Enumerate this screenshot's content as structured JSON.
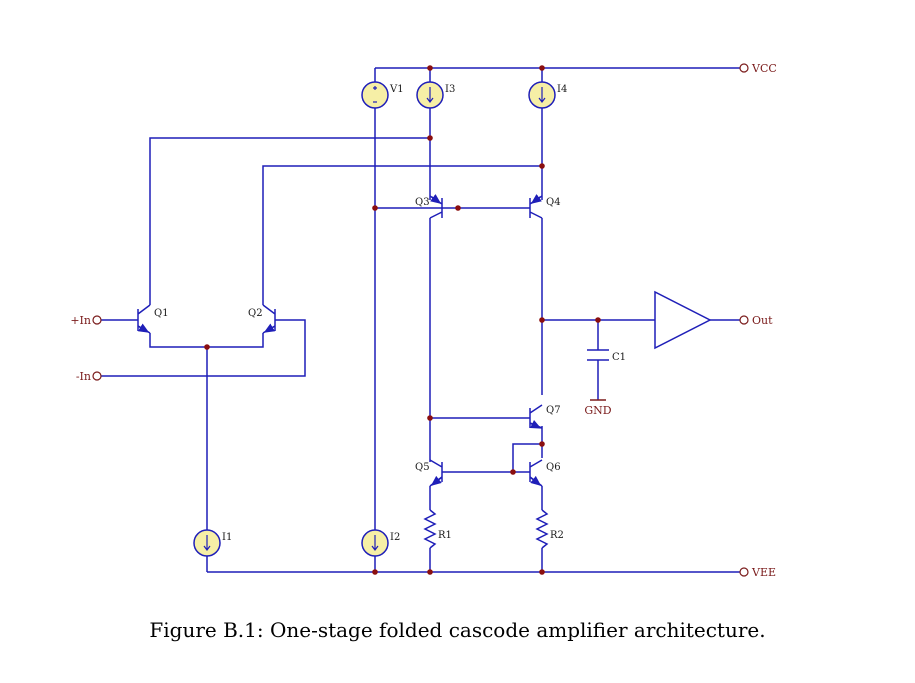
{
  "diagram": {
    "rails": {
      "vcc": "VCC",
      "vee": "VEE",
      "gnd": "GND"
    },
    "ports": {
      "in_plus": "+In",
      "in_minus": "-In",
      "out": "Out"
    },
    "transistors": {
      "q1": "Q1",
      "q2": "Q2",
      "q3": "Q3",
      "q4": "Q4",
      "q5": "Q5",
      "q6": "Q6",
      "q7": "Q7"
    },
    "sources": {
      "v1": "V1",
      "i1": "I1",
      "i2": "I2",
      "i3": "I3",
      "i4": "I4"
    },
    "passives": {
      "r1": "R1",
      "r2": "R2",
      "c1": "C1"
    },
    "colors": {
      "wire": "#1f1fb8",
      "node": "#8b0f0f",
      "source_fill": "#f6efa6",
      "port": "#7a1b1b"
    }
  },
  "caption": "Figure B.1: One-stage folded cascode amplifier architecture."
}
